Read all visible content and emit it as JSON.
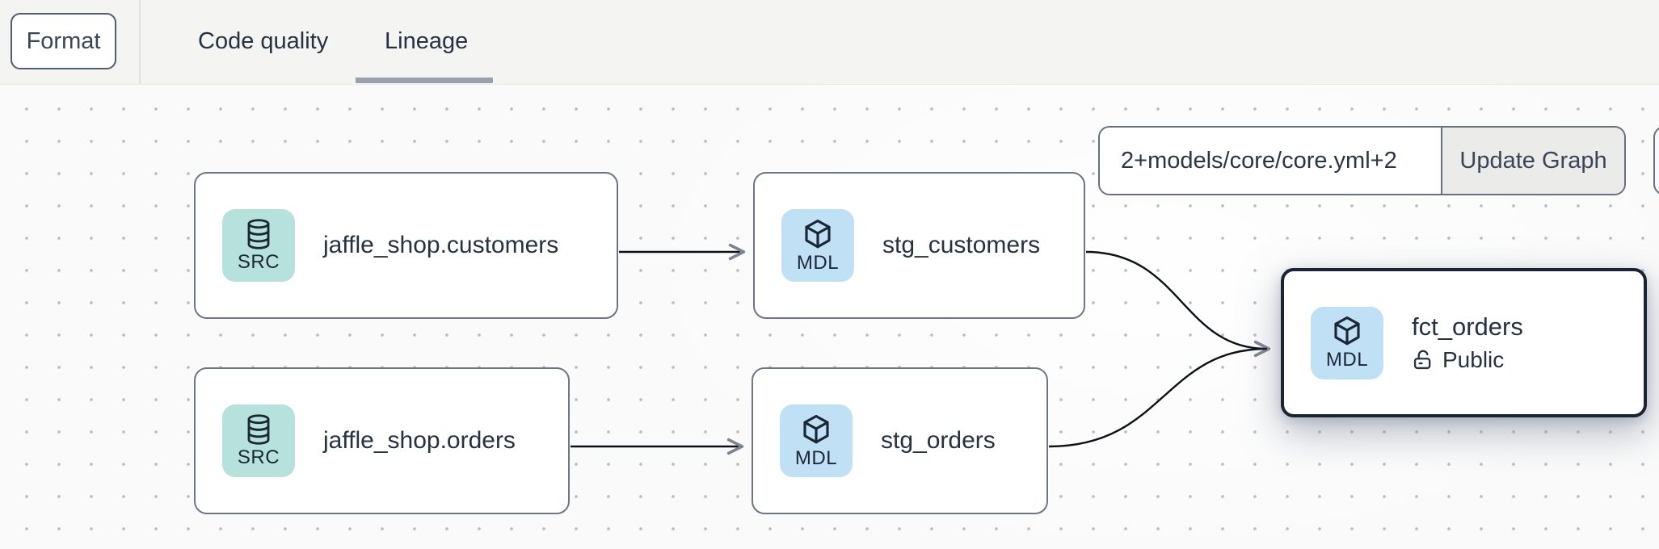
{
  "header": {
    "format_button": "Format",
    "tabs": [
      {
        "label": "Code quality",
        "active": false
      },
      {
        "label": "Lineage",
        "active": true
      }
    ]
  },
  "toolbar": {
    "selector_value": "2+models/core/core.yml+2",
    "update_button": "Update Graph"
  },
  "graph": {
    "nodes": [
      {
        "id": "jaffle_shop.customers",
        "type": "source",
        "badge": "SRC",
        "icon": "database-icon",
        "label": "jaffle_shop.customers",
        "selected": false
      },
      {
        "id": "stg_customers",
        "type": "model",
        "badge": "MDL",
        "icon": "cube-icon",
        "label": "stg_customers",
        "selected": false
      },
      {
        "id": "jaffle_shop.orders",
        "type": "source",
        "badge": "SRC",
        "icon": "database-icon",
        "label": "jaffle_shop.orders",
        "selected": false
      },
      {
        "id": "stg_orders",
        "type": "model",
        "badge": "MDL",
        "icon": "cube-icon",
        "label": "stg_orders",
        "selected": false
      },
      {
        "id": "fct_orders",
        "type": "model",
        "badge": "MDL",
        "icon": "cube-icon",
        "label": "fct_orders",
        "access": "Public",
        "selected": true
      }
    ],
    "edges": [
      {
        "from": "jaffle_shop.customers",
        "to": "stg_customers"
      },
      {
        "from": "jaffle_shop.orders",
        "to": "stg_orders"
      },
      {
        "from": "stg_customers",
        "to": "fct_orders"
      },
      {
        "from": "stg_orders",
        "to": "fct_orders"
      }
    ]
  },
  "colors": {
    "source_badge": "#b7e1dd",
    "model_badge": "#c0e0f6",
    "node_border": "#6e7583",
    "selected_border": "#1b2433",
    "edge": "#0d1117",
    "arrowhead": "#7d8590",
    "tab_underline": "#9aa0ab",
    "topbar_bg": "#f4f4f3",
    "canvas_bg": "#fafafa",
    "text": "#263142"
  }
}
